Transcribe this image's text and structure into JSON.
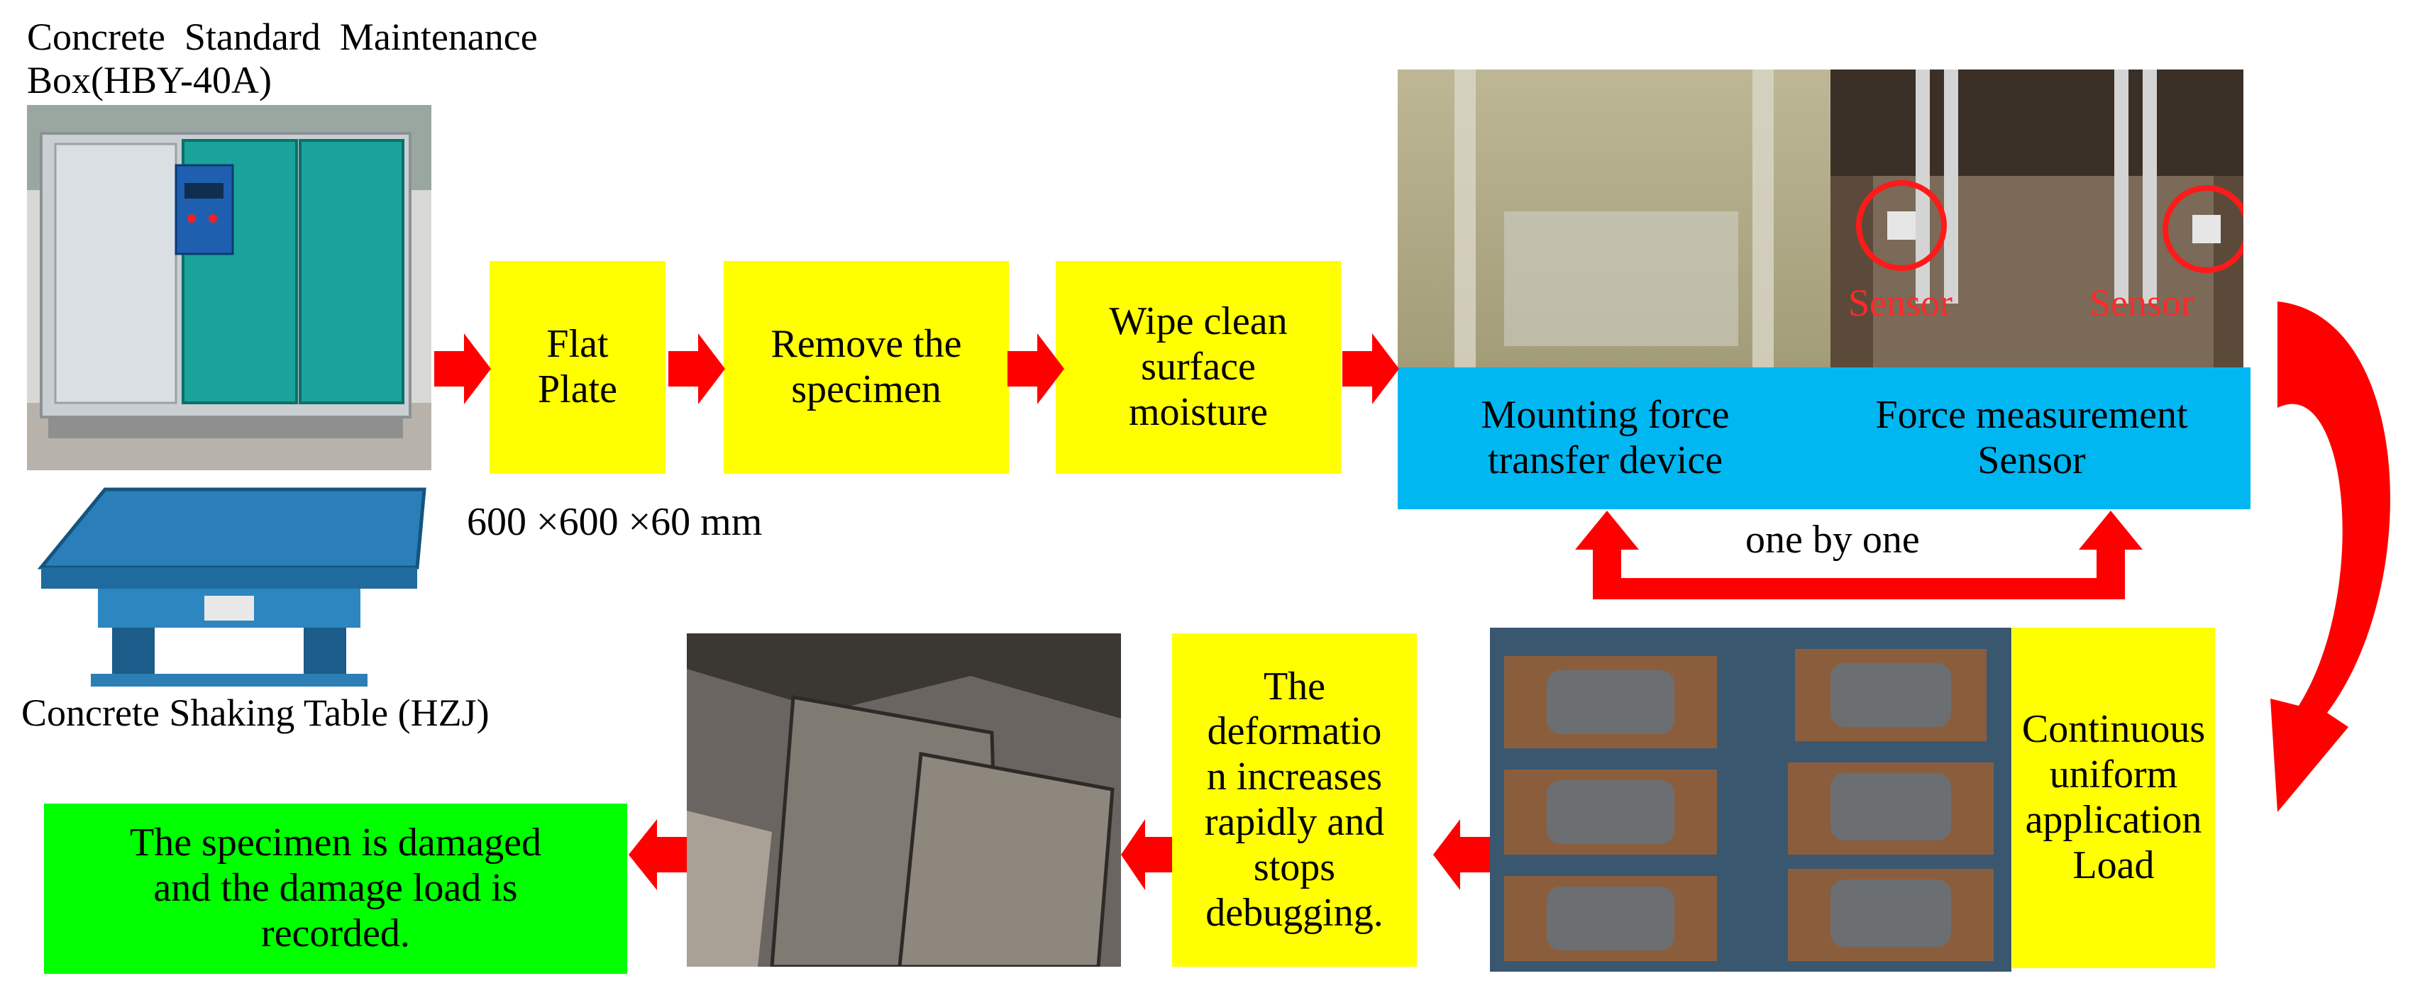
{
  "labels": {
    "maintenance_box_line1": "Concrete  Standard  Maintenance",
    "maintenance_box_line2": "Box(HBY-40A)",
    "shaking_table": "Concrete Shaking Table (HZJ)",
    "dimensions": "600 ×600 ×60 mm",
    "one_by_one": "one by one",
    "sensor_left": "Sensor",
    "sensor_right": "Sensor"
  },
  "steps": {
    "flat_plate": [
      "Flat",
      "Plate"
    ],
    "remove_specimen": [
      "Remove the",
      "specimen"
    ],
    "wipe_clean": [
      "Wipe clean",
      "surface",
      "moisture"
    ],
    "mounting": [
      "Mounting force",
      "transfer device"
    ],
    "force_measurement": [
      "Force measurement",
      "Sensor"
    ],
    "continuous_load": [
      "Continuous",
      "uniform",
      "application",
      "Load"
    ],
    "deformation": [
      "The",
      "deformatio",
      "n increases",
      "rapidly and",
      "stops",
      "debugging."
    ],
    "damaged": [
      "The specimen is damaged",
      "and the damage load is",
      "recorded."
    ]
  },
  "colors": {
    "arrow": "#ff0000",
    "step_box": "#ffff00",
    "device_box": "#00b7f1",
    "result_box": "#00ff00"
  }
}
